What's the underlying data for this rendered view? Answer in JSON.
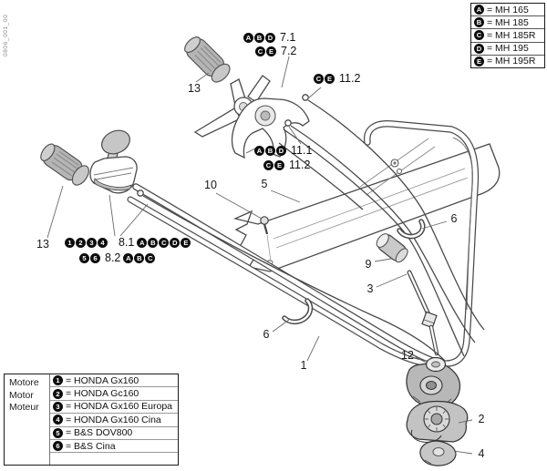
{
  "drawing_number": "0806_001_00",
  "model_legend": {
    "items": [
      {
        "key": "A",
        "text": "= MH 165"
      },
      {
        "key": "B",
        "text": "= MH 185"
      },
      {
        "key": "C",
        "text": "= MH 185R"
      },
      {
        "key": "D",
        "text": "= MH 195"
      },
      {
        "key": "E",
        "text": "= MH 195R"
      }
    ]
  },
  "engine_legend": {
    "labels": [
      "Motore",
      "Motor",
      "Moteur"
    ],
    "items": [
      {
        "key": "1",
        "text": "= HONDA Gx160"
      },
      {
        "key": "2",
        "text": "= HONDA Gc160"
      },
      {
        "key": "3",
        "text": "= HONDA Gx160 Europa"
      },
      {
        "key": "4",
        "text": "= HONDA Gx160 Cina"
      },
      {
        "key": "5",
        "text": "= B&S DOV800"
      },
      {
        "key": "6",
        "text": "= B&S Cina"
      }
    ]
  },
  "part_labels": {
    "grip_top": "13",
    "grip_left": "13",
    "bolt": "10",
    "panel": "5",
    "clamp_right": "6",
    "end_cap": "9",
    "rod": "3",
    "clamp_left": "6",
    "handlebar": "1",
    "washer": "12",
    "support_base": "2",
    "cover": "4"
  },
  "callout_groups": {
    "throttle": {
      "rows": [
        {
          "badges": [
            "A",
            "B",
            "D"
          ],
          "num": "7.1"
        },
        {
          "badges": [
            "C",
            "E"
          ],
          "num": "7.2"
        }
      ]
    },
    "cable_top": {
      "rows": [
        {
          "badges": [
            "C",
            "E"
          ],
          "num": "11.2"
        }
      ]
    },
    "cable_mid": {
      "rows": [
        {
          "badges": [
            "A",
            "B",
            "D"
          ],
          "num": "11.1"
        },
        {
          "badges": [
            "C",
            "E"
          ],
          "num": "11.2"
        }
      ]
    },
    "lever": {
      "rows": [
        {
          "pre": [
            "1",
            "2",
            "3",
            "4"
          ],
          "num": "8.1",
          "post": [
            "A",
            "B",
            "C",
            "D",
            "E"
          ]
        },
        {
          "pre": [
            "5",
            "6"
          ],
          "num": "8.2",
          "post": [
            "A",
            "B",
            "C"
          ]
        }
      ]
    }
  }
}
